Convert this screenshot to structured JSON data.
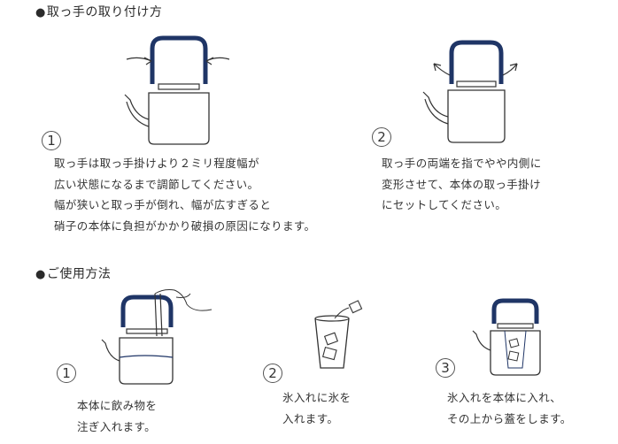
{
  "section1": {
    "heading_bullet": "●",
    "heading": "取っ手の取り付け方",
    "step1": {
      "number": "1",
      "lines": [
        "取っ手は取っ手掛けより２ミリ程度幅が",
        "広い状態になるまで調節してください。",
        "幅が狭いと取っ手が倒れ、幅が広すぎると",
        "硝子の本体に負担がかかり破損の原因になります。"
      ]
    },
    "step2": {
      "number": "2",
      "lines": [
        "取っ手の両端を指でやや内側に",
        "変形させて、本体の取っ手掛け",
        "にセットしてください。"
      ]
    }
  },
  "section2": {
    "heading_bullet": "●",
    "heading": "ご使用方法",
    "step1": {
      "number": "1",
      "lines": [
        "本体に飲み物を",
        "注ぎ入れます。"
      ]
    },
    "step2": {
      "number": "2",
      "lines": [
        "氷入れに氷を",
        "入れます。"
      ]
    },
    "step3": {
      "number": "3",
      "lines": [
        "氷入れを本体に入れ、",
        "その上から蓋をします。"
      ]
    }
  },
  "colors": {
    "illustration": "#1f3566",
    "text": "#333333"
  }
}
